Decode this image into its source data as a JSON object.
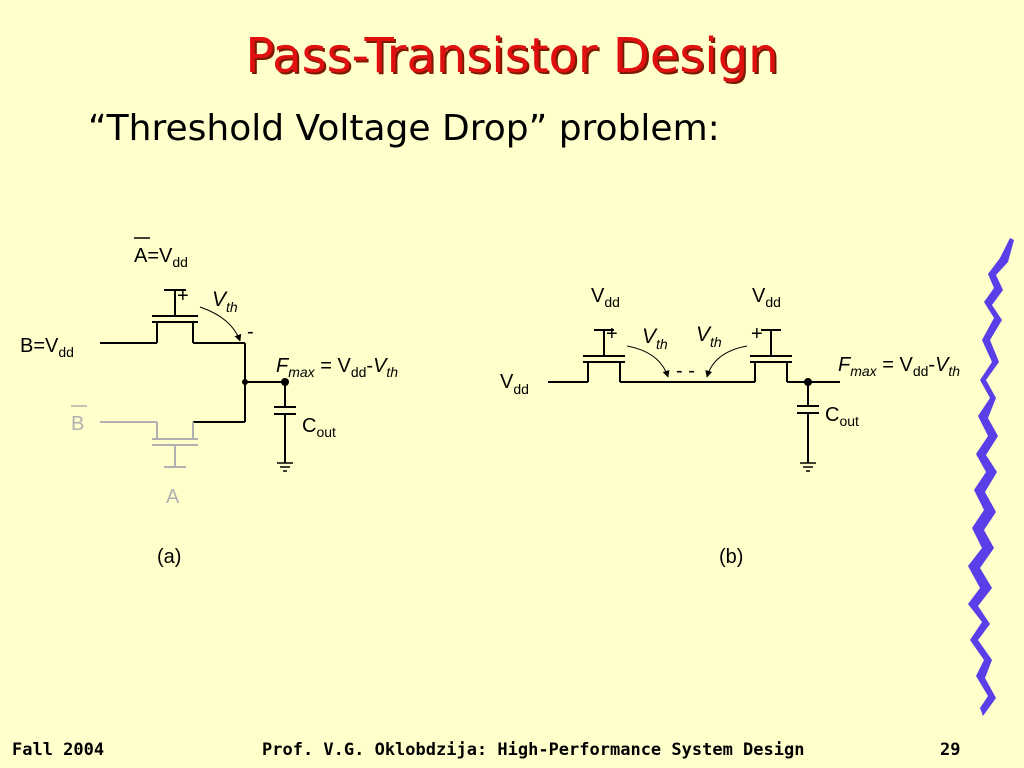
{
  "slide": {
    "title": "Pass-Transistor Design",
    "subtitle": "“Threshold Voltage Drop” problem:"
  },
  "circuit_a": {
    "gate_top_A": "A",
    "gate_top_eq": "=V",
    "gate_top_sub": "dd",
    "input_B": "B=V",
    "input_B_sub": "dd",
    "plus": "+",
    "minus": "-",
    "vth_V": "V",
    "vth_sub": "th",
    "fmax_F": "F",
    "fmax_sub": "max",
    "fmax_eq": " = V",
    "fmax_dd": "dd",
    "fmax_dash": "-",
    "fmax_V": "V",
    "fmax_th": "th",
    "cap_C": "C",
    "cap_sub": "out",
    "input_Bbar": "B",
    "gate_bottom_A": "A",
    "caption": "(a)"
  },
  "circuit_b": {
    "vdd1_V": "V",
    "vdd1_sub": "dd",
    "vdd2_V": "V",
    "vdd2_sub": "dd",
    "input_V": "V",
    "input_sub": "dd",
    "plus1": "+",
    "plus2": "+",
    "vth1_V": "V",
    "vth1_sub": "th",
    "vth2_V": "V",
    "vth2_sub": "th",
    "dashes": "- -",
    "fmax_F": "F",
    "fmax_sub": "max",
    "fmax_eq": " = V",
    "fmax_dd": "dd",
    "fmax_dash": "-",
    "fmax_V": "V",
    "fmax_th": "th",
    "cap_C": "C",
    "cap_sub": "out",
    "caption": "(b)"
  },
  "footer": {
    "left": "Fall 2004",
    "center": "Prof. V.G. Oklobdzija: High-Performance System Design",
    "right": "29"
  },
  "colors": {
    "background": "#ffffcc",
    "title": "#e01010",
    "squiggle": "#5a3ee8",
    "grey_path": "#b0b0b0"
  }
}
